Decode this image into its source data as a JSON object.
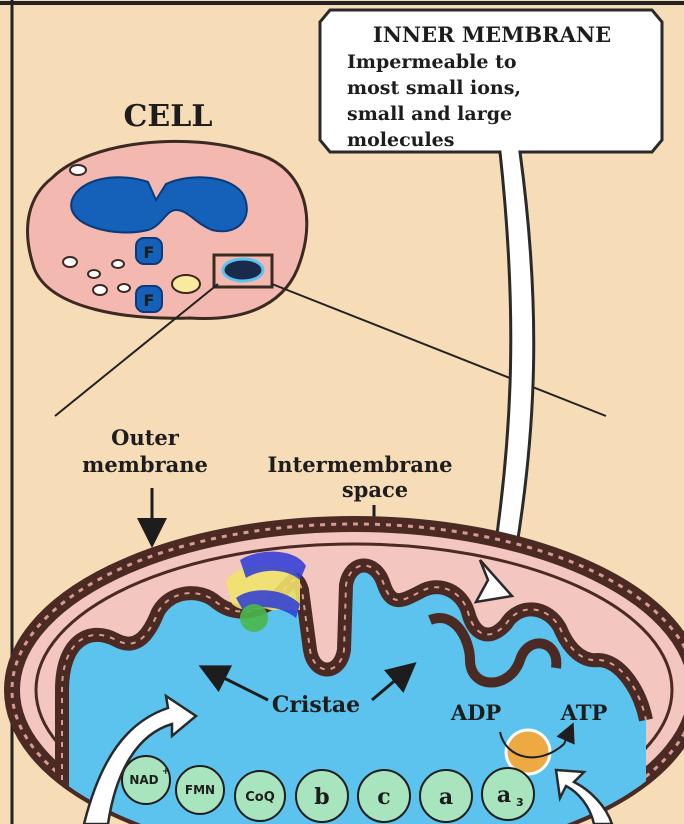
{
  "colors": {
    "background": "#f7dcb8",
    "cell_fill": "#f3b9b0",
    "nucleus": "#1560b8",
    "matrix": "#5cc3ee",
    "membrane": "#4a2a22",
    "complex_fill": "#a8e5bf"
  },
  "labels": {
    "cell": "CELL",
    "inner_membrane_title": "INNER MEMBRANE",
    "inner_membrane_desc": [
      "Impermeable to",
      "most small ions,",
      "small and large",
      "molecules"
    ],
    "outer_membrane": [
      "Outer",
      "membrane"
    ],
    "intermembrane_space": [
      "Intermembrane",
      "space"
    ],
    "cristae": "Cristae",
    "adp": "ADP",
    "atp": "ATP"
  },
  "electron_chain": [
    {
      "label": "NAD",
      "sup": "+"
    },
    {
      "label": "FMN",
      "sup": ""
    },
    {
      "label": "CoQ",
      "sup": ""
    },
    {
      "label": "b",
      "sup": ""
    },
    {
      "label": "c",
      "sup": ""
    },
    {
      "label": "a",
      "sup": ""
    },
    {
      "label": "a",
      "sup": "3"
    }
  ],
  "icons": [
    "cell-icon",
    "nucleus-icon",
    "mitochondrion-icon",
    "arrow-icon"
  ]
}
